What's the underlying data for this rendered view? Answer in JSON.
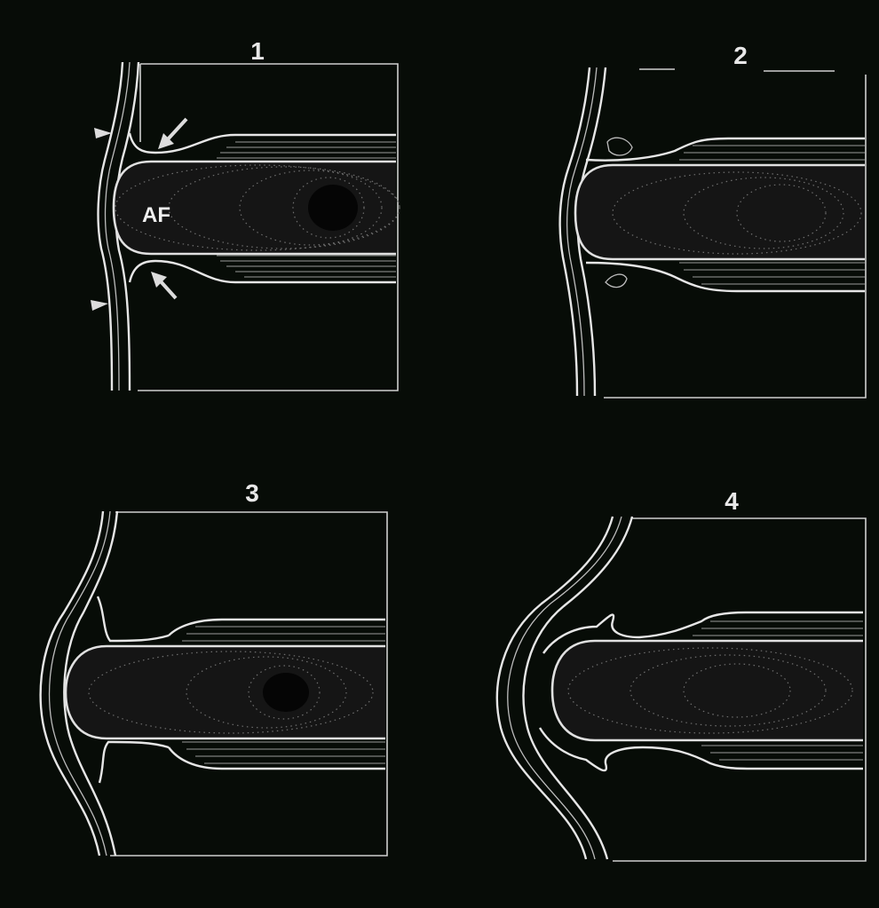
{
  "panels": [
    {
      "id": "panel-1",
      "label": "1",
      "core_label": "AF"
    },
    {
      "id": "panel-2",
      "label": "2"
    },
    {
      "id": "panel-3",
      "label": "3"
    },
    {
      "id": "panel-4",
      "label": "4"
    }
  ],
  "colors": {
    "background": "#070c07",
    "line": "#e0e0e0",
    "core": "#151515"
  }
}
